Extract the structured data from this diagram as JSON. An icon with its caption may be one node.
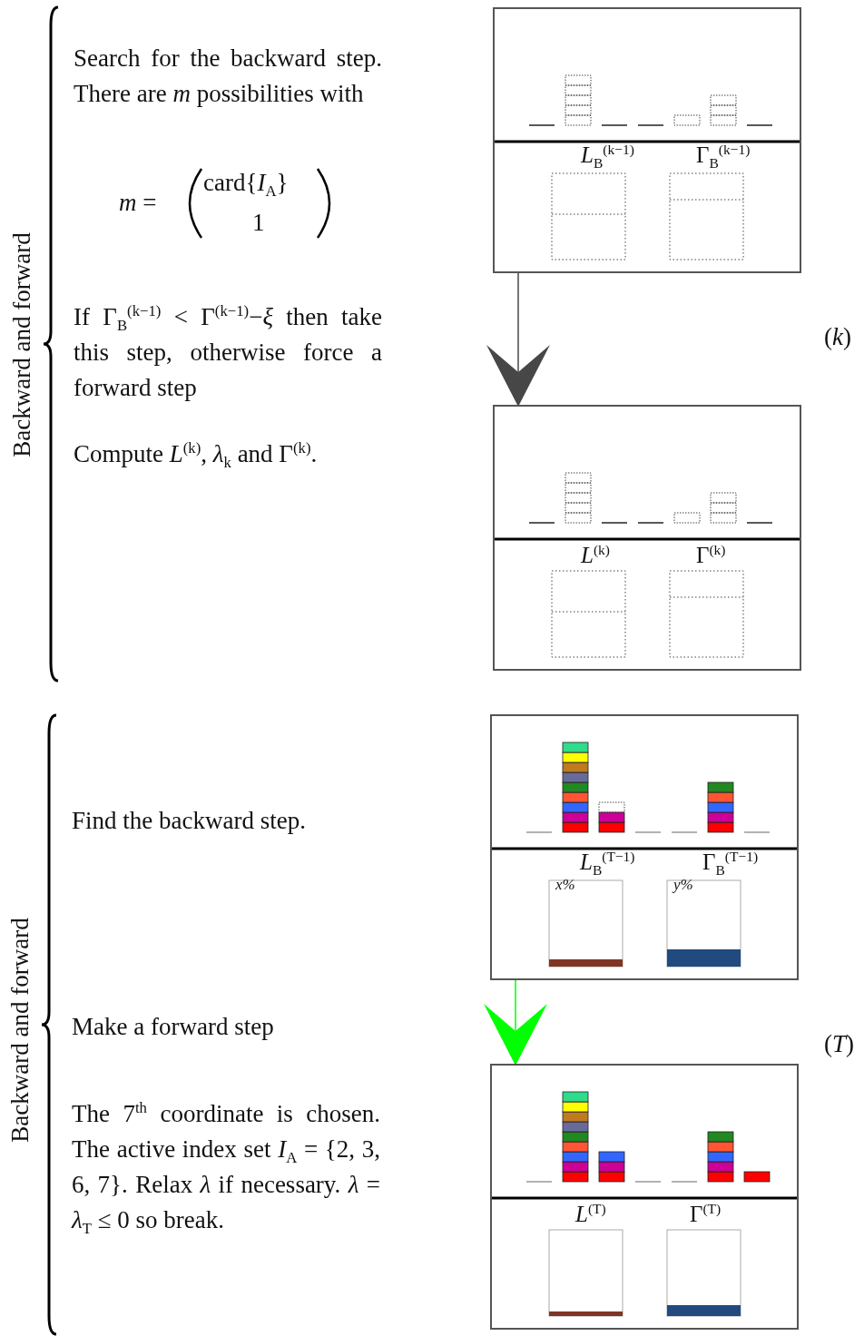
{
  "diagram": {
    "nodes": [
      {
        "text": [
          "*L*$_{B}$$^{(k−1)}$",
          "Γ$_{B}$$^{(k−1)}$"
        ]
      },
      {
        "text": [
          "*L*$^{(k)}$",
          "Γ$^{(k)}$"
        ]
      },
      {
        "text": [
          "*L*$_{B}$$^{(T−1)}$",
          "Γ$_{B}$$^{(T−1)}$",
          "*x*%",
          "*y*%"
        ]
      },
      {
        "text": [
          "*L*$^{(T)}$",
          "Γ$^{(T)}$"
        ]
      }
    ],
    "edges": [
      {
        "from": 0,
        "to": 1,
        "arrow": "to",
        "color": "#474747"
      },
      {
        "from": 2,
        "to": 3,
        "arrow": "to",
        "color": "#00ff00"
      }
    ],
    "labels": [
      "Backward and forward",
      "Search for the backward step. There are *m* possibilities with",
      "*m* =",
      "card{*I*$_{A}$}",
      "1",
      "If Γ$_{B}$$^{(k−1)}$ < Γ$^{(k−1)}$−*ξ* then take this step, otherwise force a forward step",
      "Compute *L*$^{(k)}$, *λ*$_{k}$ and Γ$^{(k)}$.",
      "(*k*)",
      "Backward and forward",
      "Find the backward step.",
      "Make a forward step",
      "The 7$^{th}$ coordinate is chosen. The active index set *I*$_{A}$ = {2, 3, 6, 7}. Relax *λ* if necessary. *λ* = *λ*$_{T}$ ≤ 0 so break.",
      "(*T*)"
    ]
  }
}
